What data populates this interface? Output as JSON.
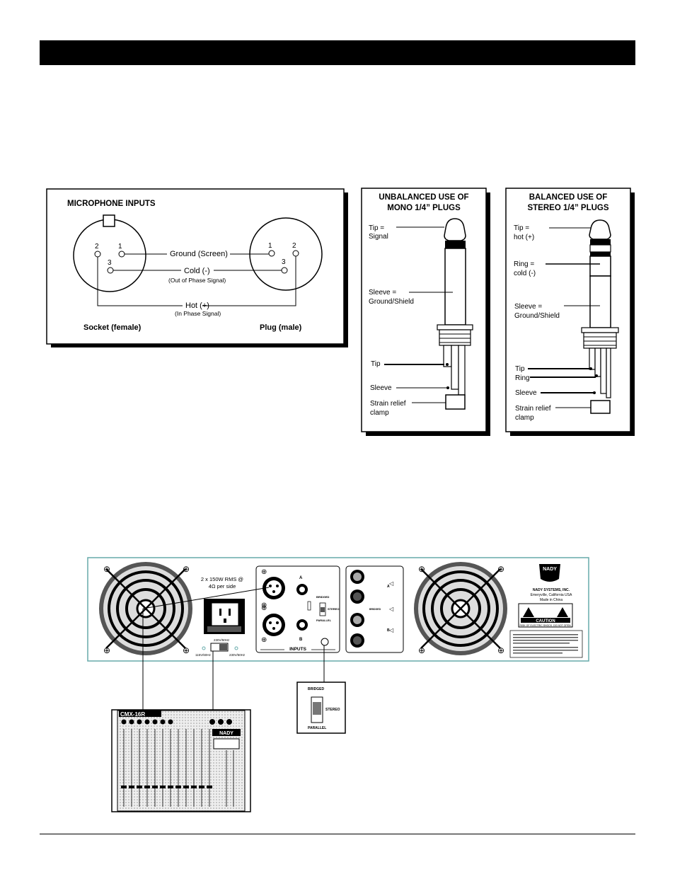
{
  "mic": {
    "title": "MICROPHONE INPUTS",
    "ground": "Ground (Screen)",
    "cold": "Cold (-)",
    "cold_note": "(Out of Phase Signal)",
    "hot": "Hot (+)",
    "hot_note": "(In Phase Signal)",
    "socket": "Socket (female)",
    "plug": "Plug (male)",
    "pin1": "1",
    "pin2": "2",
    "pin3": "3"
  },
  "mono": {
    "title1": "UNBALANCED USE OF",
    "title2": "MONO 1/4” PLUGS",
    "tip1": "Tip =",
    "tip2": "Signal",
    "sleeve1": "Sleeve =",
    "sleeve2": "Ground/Shield",
    "tip_wire": "Tip",
    "sleeve_wire": "Sleeve",
    "strain1": "Strain relief",
    "strain2": "clamp"
  },
  "stereo": {
    "title1": "BALANCED USE OF",
    "title2": "STEREO 1/4” PLUGS",
    "tip1": "Tip =",
    "tip2": "hot (+)",
    "ring1": "Ring =",
    "ring2": "cold (-)",
    "sleeve1": "Sleeve =",
    "sleeve2": "Ground/Shield",
    "tip_wire": "Tip",
    "ring_wire": "Ring",
    "sleeve_wire": "Sleeve",
    "strain1": "Strain relief",
    "strain2": "clamp"
  },
  "amp": {
    "rating1": "2 x 150W RMS @",
    "rating2": "4Ω per side",
    "jack_a": "A",
    "jack_b": "B",
    "inputs": "INPUTS",
    "bridged": "BRIDGED",
    "stereo": "STEREO",
    "parallel": "PARALLEL",
    "v115": "115V/60Hz",
    "v230": "230V/50Hz",
    "brand": "NADY",
    "company": "NADY SYSTEMS, INC.",
    "city": "Emeryville, California USA",
    "made": "Made in China",
    "caution": "CAUTION",
    "caution_note": "RISK OF ELECTRIC SHOCK. DO NOT OPEN.",
    "spk_a": "A",
    "spk_b": "B",
    "spk_bridged": "BRIDGED"
  },
  "switch": {
    "bridged": "BRIDGED",
    "stereo": "STEREO",
    "parallel": "PARALLEL"
  },
  "mixer": {
    "model": "CMX-16R",
    "brand": "NADY"
  }
}
